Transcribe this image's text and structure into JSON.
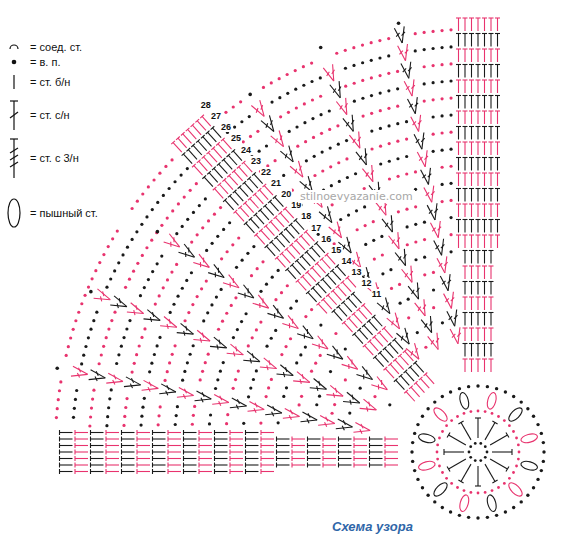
{
  "diagram": {
    "caption": "Схема узора",
    "labels": [
      "28",
      "27",
      "26",
      "25",
      "24",
      "23",
      "22",
      "21",
      "20",
      "19",
      "18",
      "17",
      "16",
      "15",
      "14",
      "13",
      "12",
      "11",
      "stilnoevyazanie.com"
    ],
    "legend": [
      {
        "text": "= соед. ст."
      },
      {
        "text": "= в. п."
      },
      {
        "text": "= ст. б/н"
      },
      {
        "text": "= ст. с/н"
      },
      {
        "text": "= ст. с 3/н"
      },
      {
        "text": "= пышный ст."
      }
    ]
  }
}
